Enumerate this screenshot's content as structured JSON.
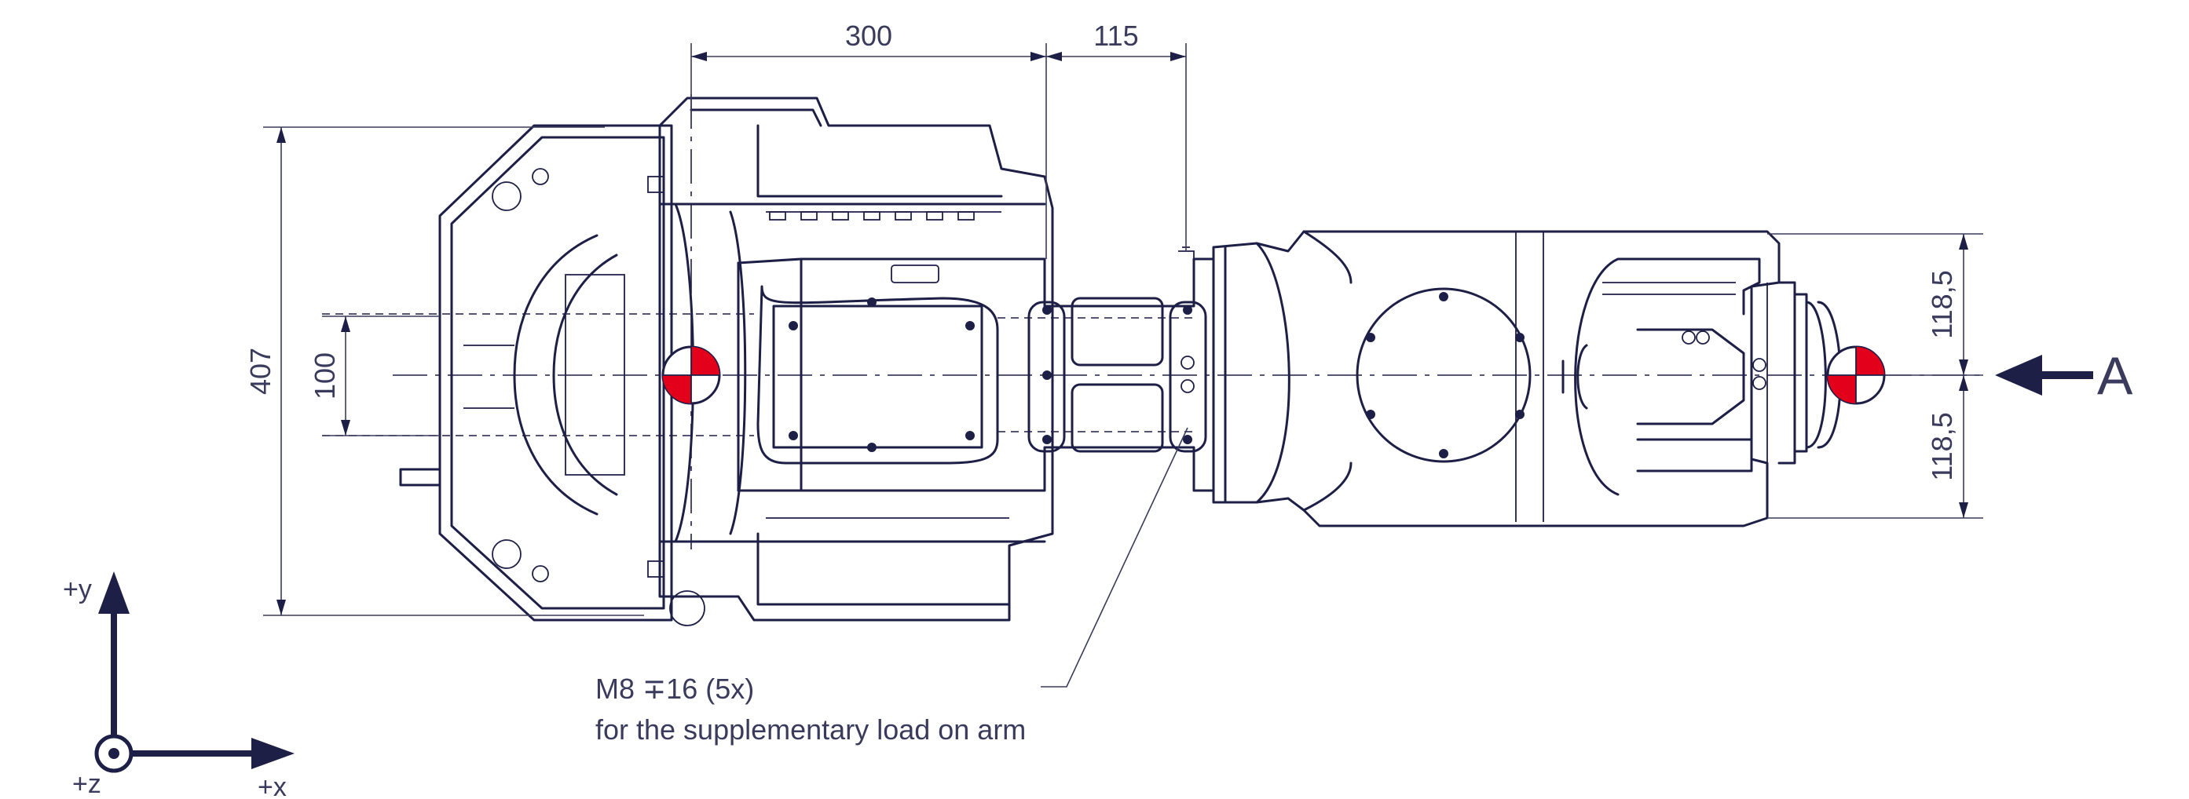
{
  "dimensions": {
    "top_left": "300",
    "top_right": "115",
    "overall_height": "407",
    "inner_height": "100",
    "wrist_upper": "118,5",
    "wrist_lower": "118,5"
  },
  "view_label": "A",
  "annotation": {
    "line1": "M8 ∓16 (5x)",
    "line2": "for the supplementary load on arm"
  },
  "axes": {
    "y": "+y",
    "x": "+x",
    "z": "+z"
  },
  "colors": {
    "line": "#1e1f47",
    "marker_red": "#e3001b"
  }
}
